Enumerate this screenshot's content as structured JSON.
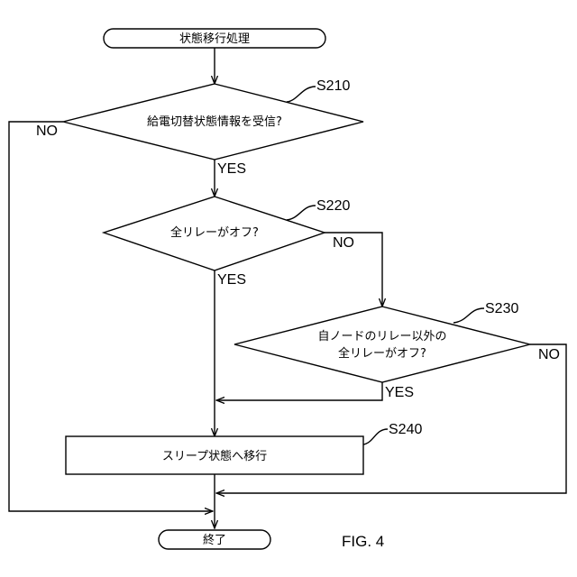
{
  "nodes": {
    "start": "状態移行処理",
    "d1": "給電切替状態情報を受信?",
    "d2": "全リレーがオフ?",
    "d3_line1": "自ノードのリレー以外の",
    "d3_line2": "全リレーがオフ?",
    "p1": "スリープ状態へ移行",
    "end": "終了"
  },
  "steps": {
    "s210": "S210",
    "s220": "S220",
    "s230": "S230",
    "s240": "S240"
  },
  "labels": {
    "d1_no": "NO",
    "d1_yes": "YES",
    "d2_no": "NO",
    "d2_yes": "YES",
    "d3_no": "NO",
    "d3_yes": "YES"
  },
  "figure": "FIG. 4"
}
